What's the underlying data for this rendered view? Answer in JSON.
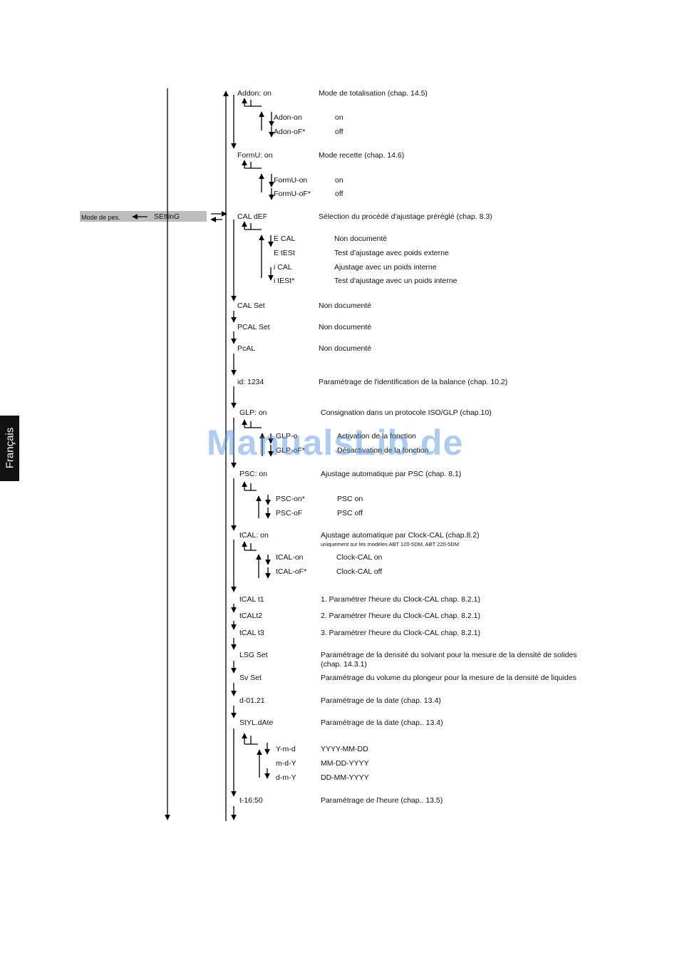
{
  "side_tab": {
    "language": "Français"
  },
  "mode_box": {
    "mode_label": "Mode de pes.",
    "setting_label": "SEttinG"
  },
  "watermark": "ManualsLib.de",
  "menu": {
    "addon": {
      "code": "Addon: on",
      "desc": "Mode de totalisation (chap. 14.5)",
      "options": [
        {
          "code": "Adon-on",
          "desc": "on"
        },
        {
          "code": "Adon-oF*",
          "desc": "off"
        }
      ]
    },
    "formu": {
      "code": "FormU: on",
      "desc": "Mode recette (chap. 14.6)",
      "options": [
        {
          "code": "FormU-on",
          "desc": "on"
        },
        {
          "code": "FormU-oF*",
          "desc": "off"
        }
      ]
    },
    "caldef": {
      "code": "CAL dEF",
      "desc": "Sélection du procédé d'ajustage préréglé (chap. 8.3)",
      "options": [
        {
          "code": "E CAL",
          "desc": "Non documenté"
        },
        {
          "code": "E tESt",
          "desc": "Test d'ajustage avec poids externe"
        },
        {
          "code": "i CAL",
          "desc": "Ajustage avec un poids interne"
        },
        {
          "code": "i tESt*",
          "desc": "Test d'ajustage avec un poids interne"
        }
      ]
    },
    "calset": {
      "code": "CAL Set",
      "desc": "Non documenté"
    },
    "pcalset": {
      "code": "PCAL Set",
      "desc": "Non documenté"
    },
    "pcal": {
      "code": "PcAL",
      "desc": "Non documenté"
    },
    "id": {
      "code": "id: 1234",
      "desc": "Paramétrage de l'identification de la balance (chap. 10.2)"
    },
    "glp": {
      "code": "GLP: on",
      "desc": "Consignation dans un protocole ISO/GLP  (chap.10)",
      "options": [
        {
          "code": "GLP-o",
          "desc": "Activation de la fonction"
        },
        {
          "code": "GLP-oF*",
          "desc": "Désactivation de la fonction"
        }
      ]
    },
    "psc": {
      "code": "PSC: on",
      "desc": "Ajustage automatique par PSC (chap. 8.1)",
      "options": [
        {
          "code": "PSC-on*",
          "desc": "PSC on"
        },
        {
          "code": "PSC-oF",
          "desc": "PSC off"
        }
      ]
    },
    "tcal": {
      "code": "tCAL: on",
      "desc": "Ajustage automatique par Clock-CAL  (chap.8.2)",
      "note": "uniquement sur les modèles ABT 120-5DM, ABT 220-5DM",
      "options": [
        {
          "code": "tCAL-on",
          "desc": "Clock-CAL on"
        },
        {
          "code": "tCAL-oF*",
          "desc": "Clock-CAL off"
        }
      ]
    },
    "tcal1": {
      "code": "tCAL t1",
      "desc": "1. Paramétrer l'heure du Clock-CAL  chap. 8.2.1)"
    },
    "tcal2": {
      "code": "tCALt2",
      "desc": "2. Paramétrer l'heure du Clock-CAL  chap. 8.2.1)"
    },
    "tcal3": {
      "code": "tCAL t3",
      "desc": "3. Paramétrer l'heure du Clock-CAL  chap. 8.2.1)"
    },
    "lsg": {
      "code": "LSG Set",
      "desc": "Paramétrage de la densité du solvant  pour la mesure de la densité de solides",
      "desc2": "(chap. 14.3.1)"
    },
    "sv": {
      "code": "Sv Set",
      "desc": "Paramétrage du volume du plongeur pour la mesure de la densité de liquides"
    },
    "date": {
      "code": "d-01.21",
      "desc": "Paramétrage de la date  (chap. 13.4)"
    },
    "styl": {
      "code": "StYL.dAte",
      "desc": "Paramétrage de la date (chap.. 13.4)",
      "options": [
        {
          "code": "Y-m-d",
          "desc": "YYYY-MM-DD"
        },
        {
          "code": "m-d-Y",
          "desc": "MM-DD-YYYY"
        },
        {
          "code": "d-m-Y",
          "desc": "DD-MM-YYYY"
        }
      ]
    },
    "time": {
      "code": "t-16:50",
      "desc": "Paramétrage de l'heure (chap.. 13.5)"
    }
  }
}
